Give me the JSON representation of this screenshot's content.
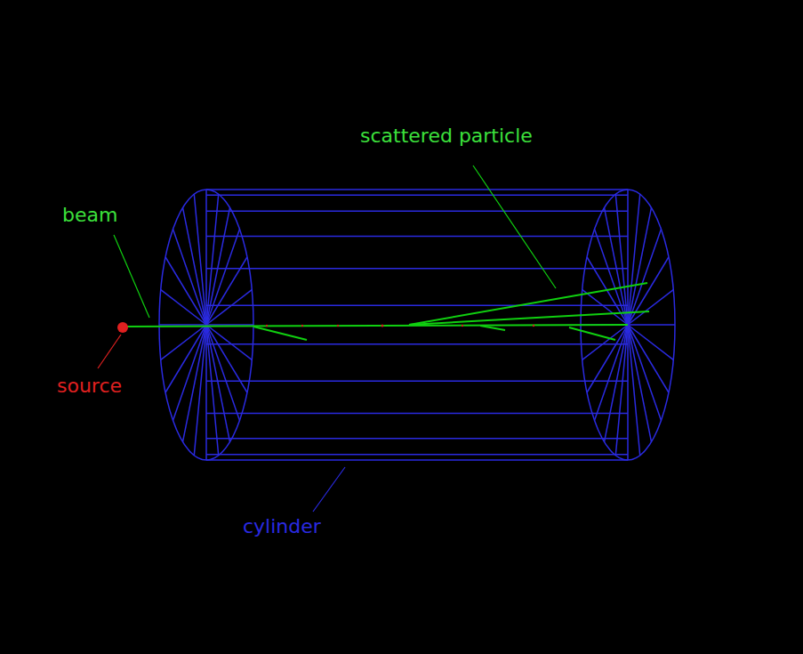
{
  "diagram": {
    "labels": [
      "scattered particle",
      "beam",
      "source",
      "cylinder"
    ]
  }
}
